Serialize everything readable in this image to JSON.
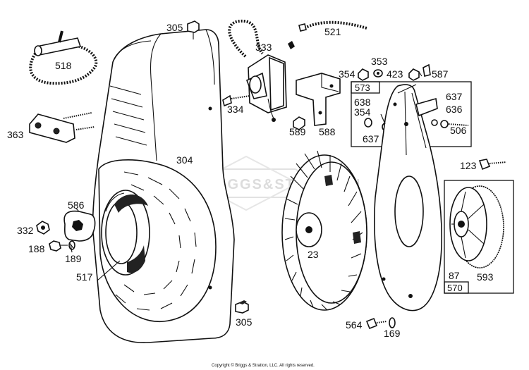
{
  "watermark": "BRIGGS&STRATTON",
  "copyright": "Copyright © Briggs & Stratton, LLC. All rights reserved.",
  "callouts": {
    "p305a": "305",
    "p333": "333",
    "p521": "521",
    "p518": "518",
    "p353": "353",
    "p354a": "354",
    "p423": "423",
    "p587": "587",
    "p573": "573",
    "p637a": "637",
    "p638": "638",
    "p354b": "354",
    "p636": "636",
    "p334": "334",
    "p589": "589",
    "p588": "588",
    "p506": "506",
    "p637b": "637",
    "p363": "363",
    "p304": "304",
    "p123": "123",
    "p586": "586",
    "p332": "332",
    "p23": "23",
    "p188": "188",
    "p189": "189",
    "p517": "517",
    "p87": "87",
    "p593": "593",
    "p570": "570",
    "p564": "564",
    "p169": "169",
    "p305b": "305"
  }
}
